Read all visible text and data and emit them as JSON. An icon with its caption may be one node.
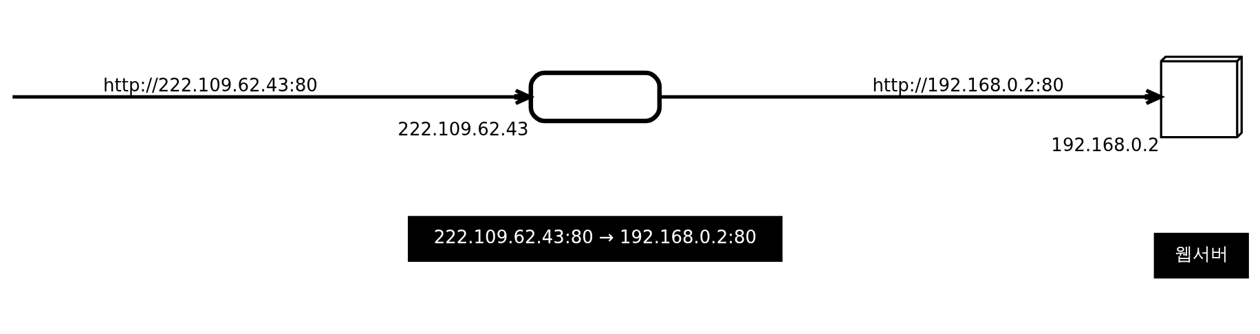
{
  "diagram": {
    "nodes": [
      {
        "text": [],
        "shape": "router",
        "beside": [
          "222.109.62.43"
        ]
      },
      {
        "text": [],
        "shape": "computer",
        "beside": [
          "192.168.0.2"
        ]
      },
      {
        "text": [
          "222.109.62.43:80 → 192.168.0.2:80"
        ]
      },
      {
        "text": [
          "웹서버"
        ]
      }
    ],
    "edges": [
      {
        "from": null,
        "to": 0,
        "arrow": "to",
        "label": "http://222.109.62.43:80"
      },
      {
        "from": 0,
        "to": 1,
        "arrow": "to",
        "label": "http://192.168.0.2:80"
      }
    ]
  }
}
